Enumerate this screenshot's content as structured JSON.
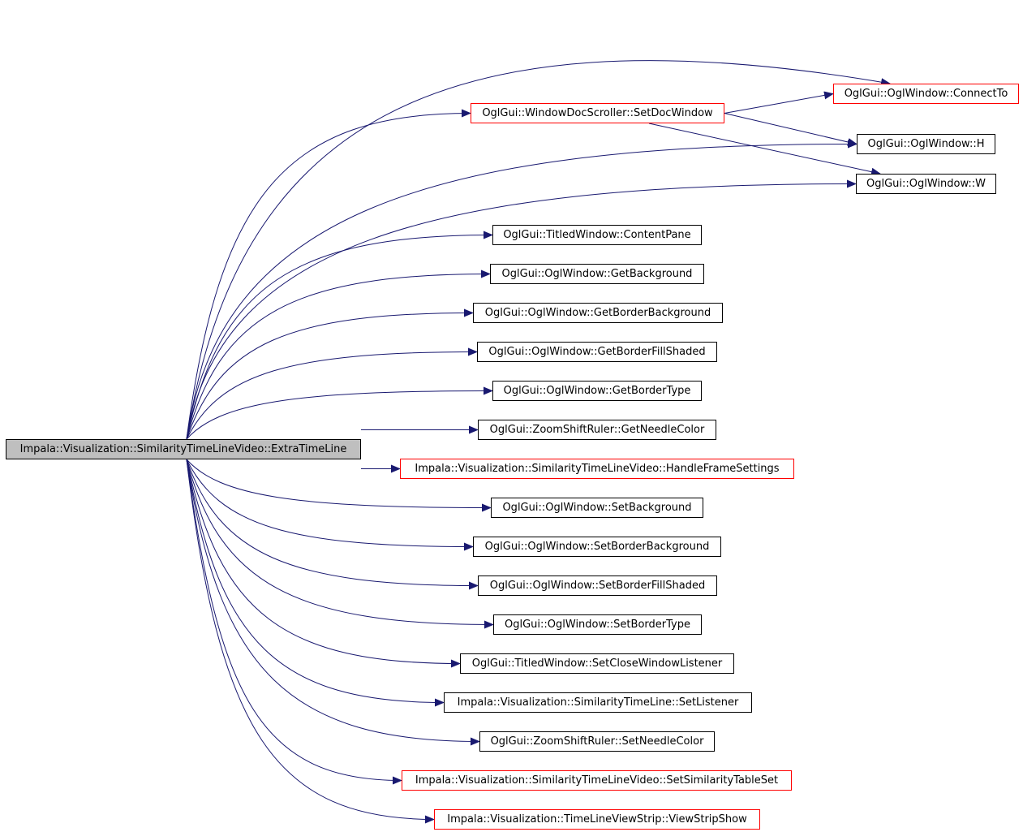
{
  "graph": {
    "edge_color": "#191970",
    "root": {
      "label": "Impala::Visualization::SimilarityTimeLineVideo::ExtraTimeLine",
      "fill": "#bfbfbf"
    },
    "nodes": [
      {
        "key": "connectto",
        "label": "OglGui::OglWindow::ConnectTo",
        "border": "red"
      },
      {
        "key": "setdocwindow",
        "label": "OglGui::WindowDocScroller::SetDocWindow",
        "border": "red"
      },
      {
        "key": "h",
        "label": "OglGui::OglWindow::H",
        "border": "black"
      },
      {
        "key": "w",
        "label": "OglGui::OglWindow::W",
        "border": "black"
      },
      {
        "key": "contentpane",
        "label": "OglGui::TitledWindow::ContentPane",
        "border": "black"
      },
      {
        "key": "getbackground",
        "label": "OglGui::OglWindow::GetBackground",
        "border": "black"
      },
      {
        "key": "getborderbackground",
        "label": "OglGui::OglWindow::GetBorderBackground",
        "border": "black"
      },
      {
        "key": "getborderfillshaded",
        "label": "OglGui::OglWindow::GetBorderFillShaded",
        "border": "black"
      },
      {
        "key": "getbordertype",
        "label": "OglGui::OglWindow::GetBorderType",
        "border": "black"
      },
      {
        "key": "getneedlecolor",
        "label": "OglGui::ZoomShiftRuler::GetNeedleColor",
        "border": "black"
      },
      {
        "key": "handleframesettings",
        "label": "Impala::Visualization::SimilarityTimeLineVideo::HandleFrameSettings",
        "border": "red"
      },
      {
        "key": "setbackground",
        "label": "OglGui::OglWindow::SetBackground",
        "border": "black"
      },
      {
        "key": "setborderbackground",
        "label": "OglGui::OglWindow::SetBorderBackground",
        "border": "black"
      },
      {
        "key": "setborderfillshaded",
        "label": "OglGui::OglWindow::SetBorderFillShaded",
        "border": "black"
      },
      {
        "key": "setbordertype",
        "label": "OglGui::OglWindow::SetBorderType",
        "border": "black"
      },
      {
        "key": "setclosewindowlistener",
        "label": "OglGui::TitledWindow::SetCloseWindowListener",
        "border": "black"
      },
      {
        "key": "setlistener",
        "label": "Impala::Visualization::SimilarityTimeLine::SetListener",
        "border": "black"
      },
      {
        "key": "setneedlecolor",
        "label": "OglGui::ZoomShiftRuler::SetNeedleColor",
        "border": "black"
      },
      {
        "key": "setsimilaritytableset",
        "label": "Impala::Visualization::SimilarityTimeLineVideo::SetSimilarityTableSet",
        "border": "red"
      },
      {
        "key": "viewstripshow",
        "label": "Impala::Visualization::TimeLineViewStrip::ViewStripShow",
        "border": "red"
      }
    ],
    "edges": [
      {
        "from": "root",
        "to": "connectto"
      },
      {
        "from": "root",
        "to": "setdocwindow"
      },
      {
        "from": "root",
        "to": "h"
      },
      {
        "from": "root",
        "to": "w"
      },
      {
        "from": "root",
        "to": "contentpane"
      },
      {
        "from": "root",
        "to": "getbackground"
      },
      {
        "from": "root",
        "to": "getborderbackground"
      },
      {
        "from": "root",
        "to": "getborderfillshaded"
      },
      {
        "from": "root",
        "to": "getbordertype"
      },
      {
        "from": "root",
        "to": "getneedlecolor"
      },
      {
        "from": "root",
        "to": "handleframesettings"
      },
      {
        "from": "root",
        "to": "setbackground"
      },
      {
        "from": "root",
        "to": "setborderbackground"
      },
      {
        "from": "root",
        "to": "setborderfillshaded"
      },
      {
        "from": "root",
        "to": "setbordertype"
      },
      {
        "from": "root",
        "to": "setclosewindowlistener"
      },
      {
        "from": "root",
        "to": "setlistener"
      },
      {
        "from": "root",
        "to": "setneedlecolor"
      },
      {
        "from": "root",
        "to": "setsimilaritytableset"
      },
      {
        "from": "root",
        "to": "viewstripshow"
      },
      {
        "from": "setdocwindow",
        "to": "connectto"
      },
      {
        "from": "setdocwindow",
        "to": "h"
      },
      {
        "from": "setdocwindow",
        "to": "w"
      }
    ]
  }
}
